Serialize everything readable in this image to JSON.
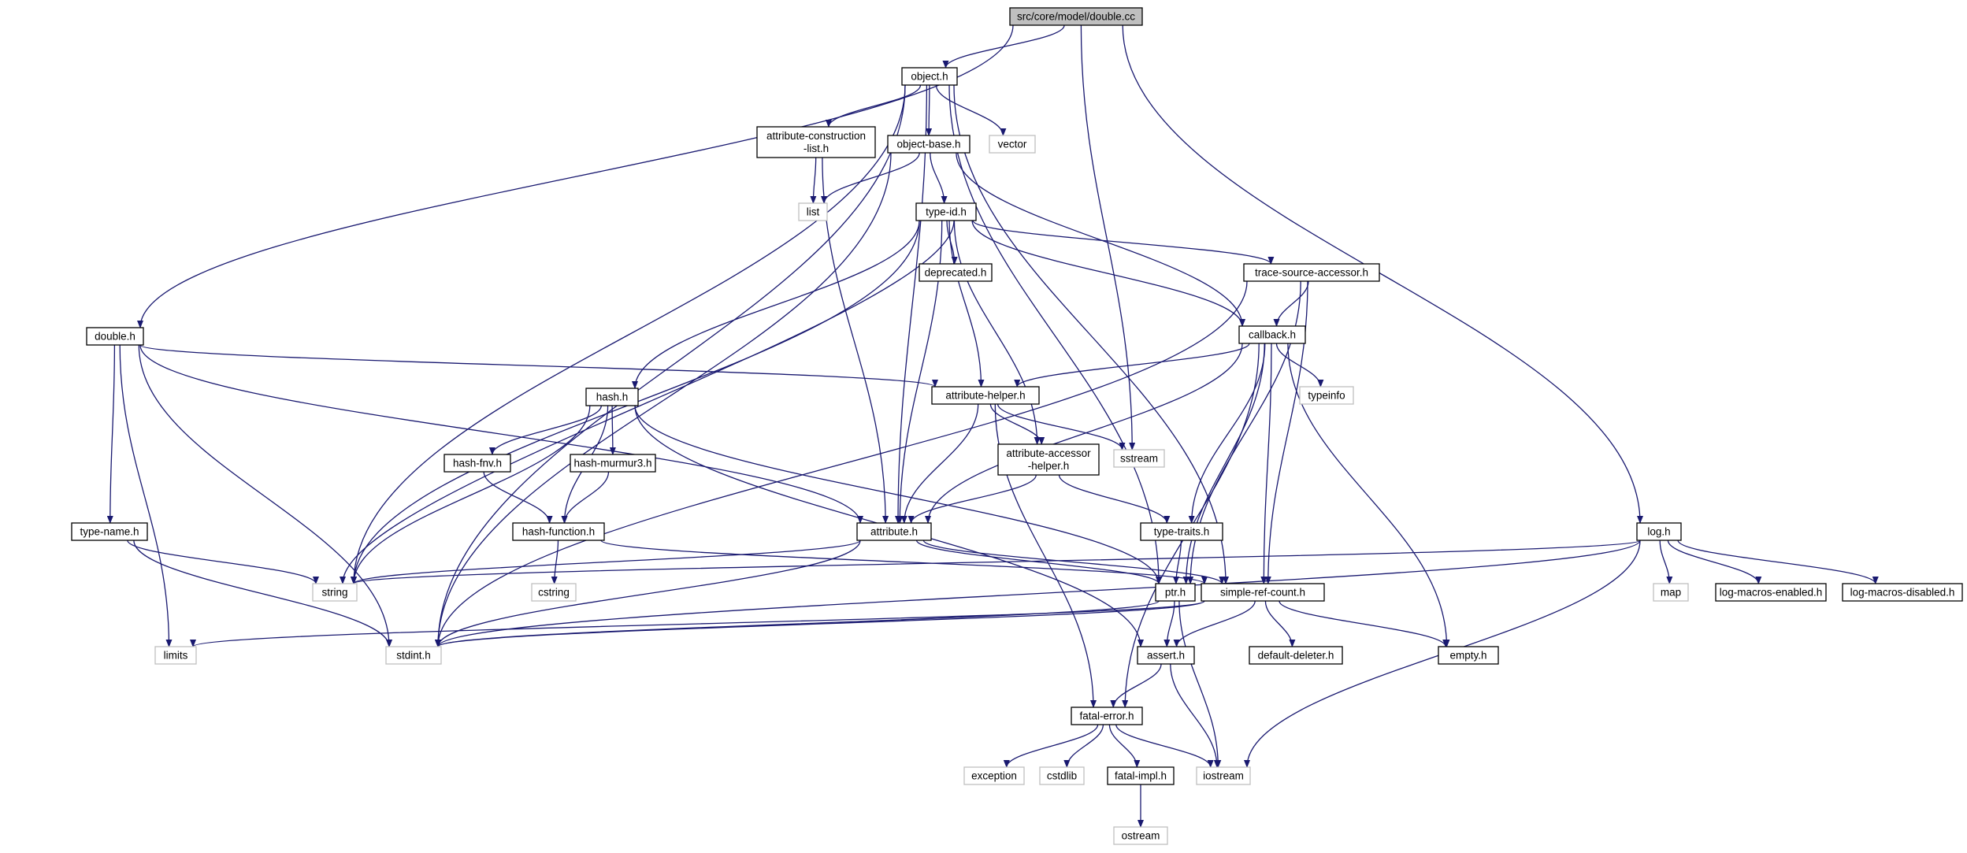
{
  "colors": {
    "edge": "#191970",
    "root_fill": "#bfbfbf",
    "node_border": "#000000",
    "system_header_border": "#bfbfbf",
    "background": "#ffffff"
  },
  "graph": {
    "root": "src/core/model/double.cc",
    "nodes": [
      {
        "id": "double_cc",
        "lines": [
          "src/core/model/double.cc"
        ],
        "kind": "root"
      },
      {
        "id": "object_h",
        "lines": [
          "object.h"
        ],
        "kind": "header"
      },
      {
        "id": "log_h",
        "lines": [
          "log.h"
        ],
        "kind": "header"
      },
      {
        "id": "double_h",
        "lines": [
          "double.h"
        ],
        "kind": "header"
      },
      {
        "id": "attr_cl",
        "lines": [
          "attribute-construction",
          "-list.h"
        ],
        "kind": "header"
      },
      {
        "id": "object_base",
        "lines": [
          "object-base.h"
        ],
        "kind": "header"
      },
      {
        "id": "vector",
        "lines": [
          "vector"
        ],
        "kind": "system"
      },
      {
        "id": "list",
        "lines": [
          "list"
        ],
        "kind": "system"
      },
      {
        "id": "type_id",
        "lines": [
          "type-id.h"
        ],
        "kind": "header"
      },
      {
        "id": "deprecated",
        "lines": [
          "deprecated.h"
        ],
        "kind": "header"
      },
      {
        "id": "tsa",
        "lines": [
          "trace-source-accessor.h"
        ],
        "kind": "header"
      },
      {
        "id": "callback",
        "lines": [
          "callback.h"
        ],
        "kind": "header"
      },
      {
        "id": "hash_h",
        "lines": [
          "hash.h"
        ],
        "kind": "header"
      },
      {
        "id": "attr_helper",
        "lines": [
          "attribute-helper.h"
        ],
        "kind": "header"
      },
      {
        "id": "typeinfo",
        "lines": [
          "typeinfo"
        ],
        "kind": "system"
      },
      {
        "id": "sstream",
        "lines": [
          "sstream"
        ],
        "kind": "system"
      },
      {
        "id": "hash_fnv",
        "lines": [
          "hash-fnv.h"
        ],
        "kind": "header"
      },
      {
        "id": "hash_murmur",
        "lines": [
          "hash-murmur3.h"
        ],
        "kind": "header"
      },
      {
        "id": "attr_acc",
        "lines": [
          "attribute-accessor",
          "-helper.h"
        ],
        "kind": "header"
      },
      {
        "id": "type_name",
        "lines": [
          "type-name.h"
        ],
        "kind": "header"
      },
      {
        "id": "hash_fn",
        "lines": [
          "hash-function.h"
        ],
        "kind": "header"
      },
      {
        "id": "attribute_h",
        "lines": [
          "attribute.h"
        ],
        "kind": "header"
      },
      {
        "id": "type_traits",
        "lines": [
          "type-traits.h"
        ],
        "kind": "header"
      },
      {
        "id": "string",
        "lines": [
          "string"
        ],
        "kind": "system"
      },
      {
        "id": "cstring",
        "lines": [
          "cstring"
        ],
        "kind": "system"
      },
      {
        "id": "ptr_h",
        "lines": [
          "ptr.h"
        ],
        "kind": "header"
      },
      {
        "id": "src",
        "lines": [
          "simple-ref-count.h"
        ],
        "kind": "header"
      },
      {
        "id": "map",
        "lines": [
          "map"
        ],
        "kind": "system"
      },
      {
        "id": "lme",
        "lines": [
          "log-macros-enabled.h"
        ],
        "kind": "header"
      },
      {
        "id": "lmd",
        "lines": [
          "log-macros-disabled.h"
        ],
        "kind": "header"
      },
      {
        "id": "limits",
        "lines": [
          "limits"
        ],
        "kind": "system"
      },
      {
        "id": "stdint",
        "lines": [
          "stdint.h"
        ],
        "kind": "system"
      },
      {
        "id": "assert_h",
        "lines": [
          "assert.h"
        ],
        "kind": "header"
      },
      {
        "id": "default_del",
        "lines": [
          "default-deleter.h"
        ],
        "kind": "header"
      },
      {
        "id": "empty_h",
        "lines": [
          "empty.h"
        ],
        "kind": "header"
      },
      {
        "id": "fatal_err",
        "lines": [
          "fatal-error.h"
        ],
        "kind": "header"
      },
      {
        "id": "exception",
        "lines": [
          "exception"
        ],
        "kind": "system"
      },
      {
        "id": "cstdlib",
        "lines": [
          "cstdlib"
        ],
        "kind": "system"
      },
      {
        "id": "fatal_impl",
        "lines": [
          "fatal-impl.h"
        ],
        "kind": "header"
      },
      {
        "id": "iostream",
        "lines": [
          "iostream"
        ],
        "kind": "system"
      },
      {
        "id": "ostream",
        "lines": [
          "ostream"
        ],
        "kind": "system"
      }
    ],
    "edges": [
      [
        "double_cc",
        "object_h"
      ],
      [
        "double_cc",
        "double_h"
      ],
      [
        "double_cc",
        "sstream"
      ],
      [
        "double_cc",
        "log_h"
      ],
      [
        "object_h",
        "attr_cl"
      ],
      [
        "object_h",
        "object_base"
      ],
      [
        "object_h",
        "vector"
      ],
      [
        "object_h",
        "string"
      ],
      [
        "object_h",
        "stdint"
      ],
      [
        "object_h",
        "attribute_h"
      ],
      [
        "object_h",
        "ptr_h"
      ],
      [
        "object_h",
        "src"
      ],
      [
        "attr_cl",
        "list"
      ],
      [
        "attr_cl",
        "attribute_h"
      ],
      [
        "object_base",
        "list"
      ],
      [
        "object_base",
        "type_id"
      ],
      [
        "object_base",
        "stdint"
      ],
      [
        "object_base",
        "callback"
      ],
      [
        "type_id",
        "deprecated"
      ],
      [
        "type_id",
        "tsa"
      ],
      [
        "type_id",
        "callback"
      ],
      [
        "type_id",
        "hash_h"
      ],
      [
        "type_id",
        "attr_helper"
      ],
      [
        "type_id",
        "attr_acc"
      ],
      [
        "type_id",
        "attribute_h"
      ],
      [
        "type_id",
        "string"
      ],
      [
        "type_id",
        "string"
      ],
      [
        "tsa",
        "callback"
      ],
      [
        "tsa",
        "stdint"
      ],
      [
        "tsa",
        "ptr_h"
      ],
      [
        "tsa",
        "src"
      ],
      [
        "callback",
        "attr_helper"
      ],
      [
        "callback",
        "typeinfo"
      ],
      [
        "callback",
        "type_traits"
      ],
      [
        "callback",
        "empty_h"
      ],
      [
        "callback",
        "attribute_h"
      ],
      [
        "callback",
        "fatal_err"
      ],
      [
        "callback",
        "ptr_h"
      ],
      [
        "callback",
        "src"
      ],
      [
        "double_h",
        "attr_helper"
      ],
      [
        "double_h",
        "attribute_h"
      ],
      [
        "double_h",
        "type_name"
      ],
      [
        "double_h",
        "limits"
      ],
      [
        "double_h",
        "stdint"
      ],
      [
        "hash_h",
        "hash_fnv"
      ],
      [
        "hash_h",
        "hash_murmur"
      ],
      [
        "hash_h",
        "hash_fn"
      ],
      [
        "hash_h",
        "string"
      ],
      [
        "hash_h",
        "assert_h"
      ],
      [
        "hash_h",
        "ptr_h"
      ],
      [
        "hash_fnv",
        "hash_fn"
      ],
      [
        "hash_murmur",
        "hash_fn"
      ],
      [
        "attr_helper",
        "attr_acc"
      ],
      [
        "attr_helper",
        "sstream"
      ],
      [
        "attr_helper",
        "attribute_h"
      ],
      [
        "attr_helper",
        "fatal_err"
      ],
      [
        "attr_acc",
        "attribute_h"
      ],
      [
        "attr_acc",
        "type_traits"
      ],
      [
        "type_name",
        "string"
      ],
      [
        "type_name",
        "stdint"
      ],
      [
        "hash_fn",
        "cstring"
      ],
      [
        "hash_fn",
        "src"
      ],
      [
        "attribute_h",
        "string"
      ],
      [
        "attribute_h",
        "stdint"
      ],
      [
        "attribute_h",
        "ptr_h"
      ],
      [
        "attribute_h",
        "src"
      ],
      [
        "type_traits",
        "ptr_h"
      ],
      [
        "ptr_h",
        "stdint"
      ],
      [
        "ptr_h",
        "assert_h"
      ],
      [
        "ptr_h",
        "iostream"
      ],
      [
        "src",
        "stdint"
      ],
      [
        "src",
        "limits"
      ],
      [
        "src",
        "assert_h"
      ],
      [
        "src",
        "default_del"
      ],
      [
        "src",
        "empty_h"
      ],
      [
        "log_h",
        "string"
      ],
      [
        "log_h",
        "map"
      ],
      [
        "log_h",
        "lme"
      ],
      [
        "log_h",
        "lmd"
      ],
      [
        "log_h",
        "iostream"
      ],
      [
        "log_h",
        "stdint"
      ],
      [
        "assert_h",
        "fatal_err"
      ],
      [
        "assert_h",
        "iostream"
      ],
      [
        "fatal_err",
        "exception"
      ],
      [
        "fatal_err",
        "cstdlib"
      ],
      [
        "fatal_err",
        "fatal_impl"
      ],
      [
        "fatal_err",
        "iostream"
      ],
      [
        "fatal_impl",
        "ostream"
      ]
    ]
  }
}
